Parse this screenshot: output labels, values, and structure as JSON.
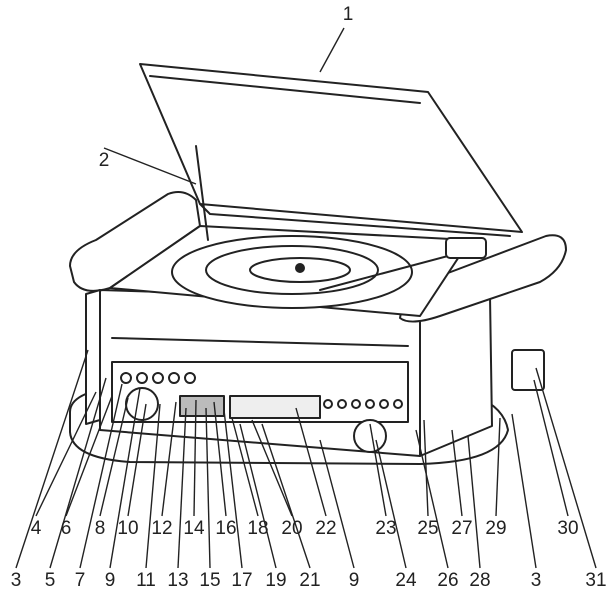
{
  "top_label": "1",
  "labels_upper": [
    "2",
    "4",
    "6",
    "8",
    "10",
    "12",
    "14",
    "16",
    "18",
    "20",
    "22",
    "23",
    "25",
    "27",
    "29",
    "30"
  ],
  "labels_lower": [
    "3",
    "5",
    "7",
    "9",
    "11",
    "13",
    "15",
    "17",
    "19",
    "21",
    "9",
    "24",
    "26",
    "28",
    "3",
    "31"
  ],
  "colors": {
    "line": "#222222",
    "background": "#ffffff"
  }
}
